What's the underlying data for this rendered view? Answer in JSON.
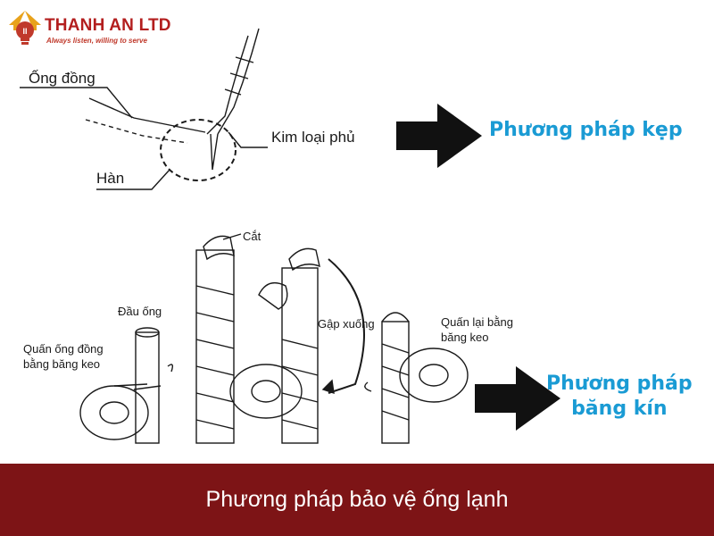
{
  "brand": {
    "name": "THANH AN LTD",
    "tagline": "Always listen, willing to serve",
    "color": "#b31e1e"
  },
  "clamp_diagram": {
    "labels": {
      "copper_pipe": "Ống đồng",
      "weld": "Hàn",
      "cover_metal": "Kim loại phủ"
    },
    "method": "Phương pháp kẹp"
  },
  "tape_diagram": {
    "labels": {
      "pipe_end": "Đầu ống",
      "wrap_copper": [
        "Quấn ống đồng",
        "bằng băng keo"
      ],
      "cut": "Cắt",
      "fold_down": "Gập xuống",
      "rewrap": [
        "Quấn lại bằng",
        "băng keo"
      ]
    },
    "method": [
      "Phương pháp",
      "băng kín"
    ]
  },
  "footer": {
    "title": "Phương pháp bảo vệ ống lạnh",
    "color": "#7d1416"
  },
  "colors": {
    "method_text": "#1a9bd4",
    "arrow": "#111111"
  }
}
